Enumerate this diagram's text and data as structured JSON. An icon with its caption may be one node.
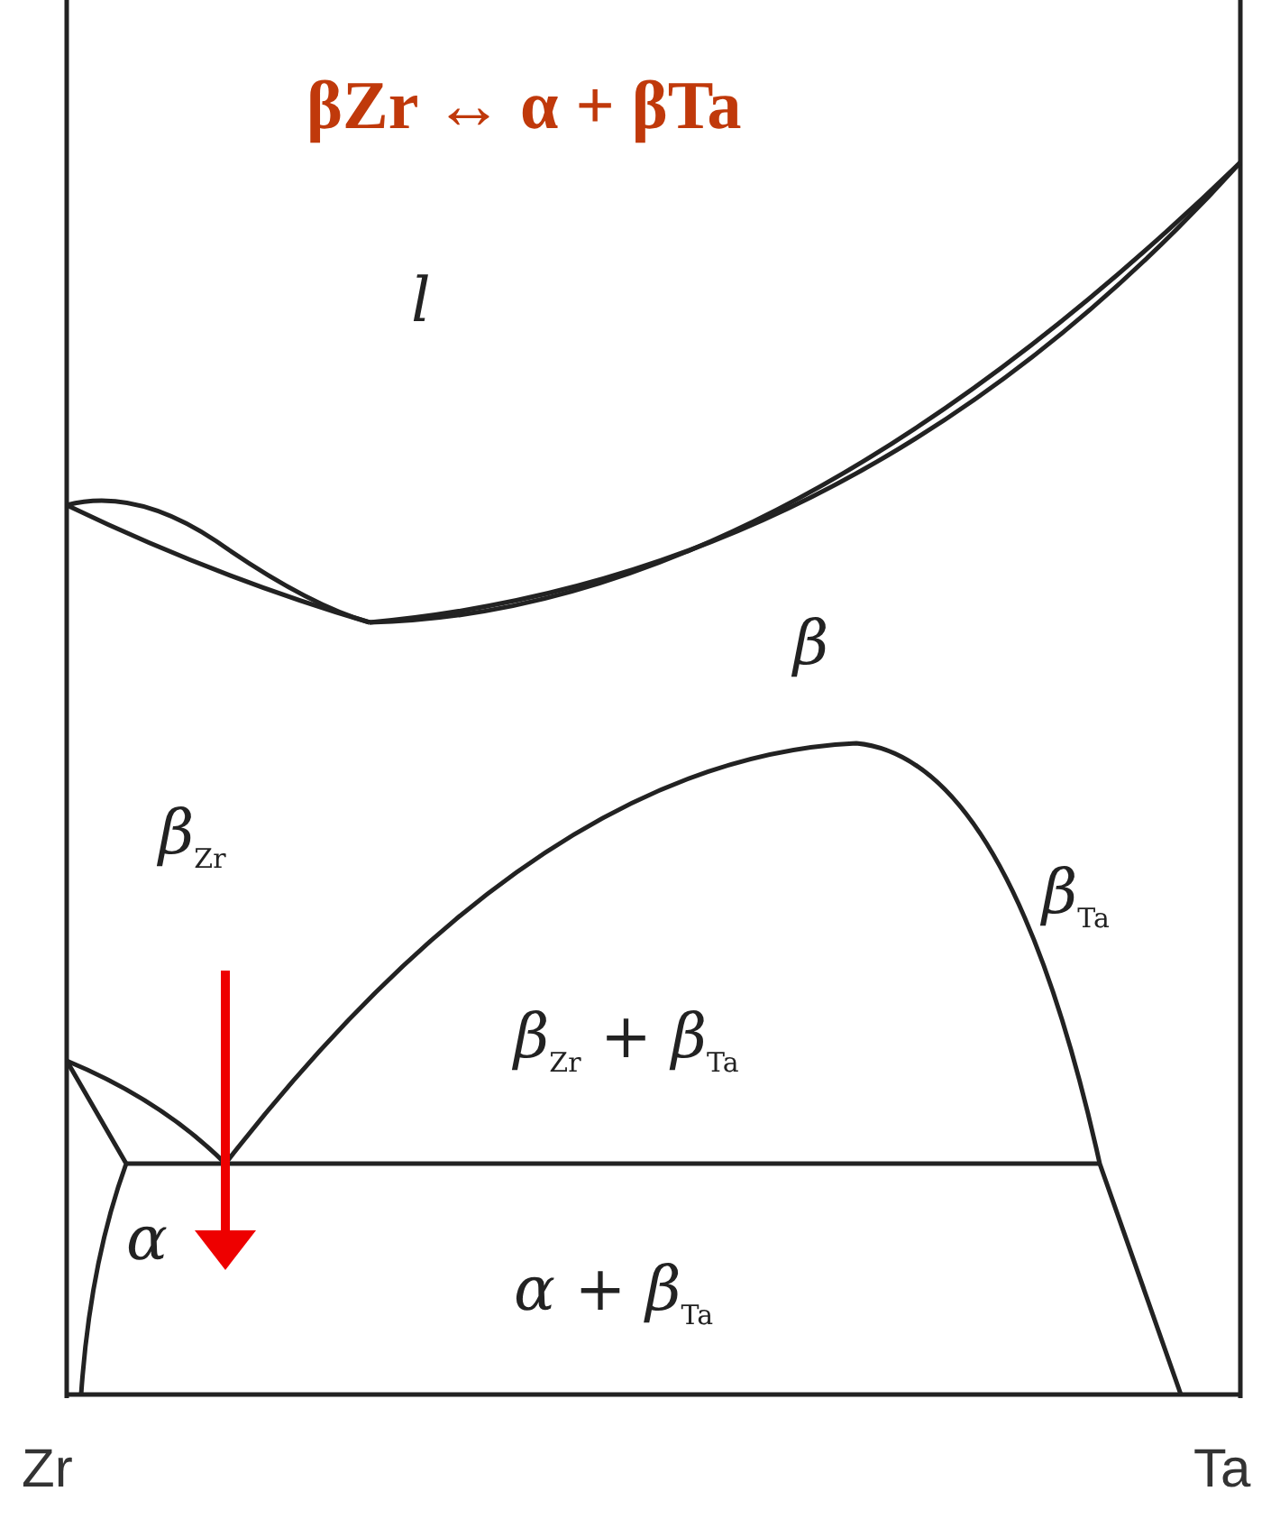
{
  "diagram": {
    "title": "βZr ↔ α + βTa",
    "labels": [
      "l",
      "β",
      "β$_{Zr}$",
      "β$_{Ta}$",
      "β$_{Zr}$ + β$_{Ta}$",
      "α",
      "α + β$_{Ta}$",
      "Zr",
      "Ta"
    ]
  }
}
